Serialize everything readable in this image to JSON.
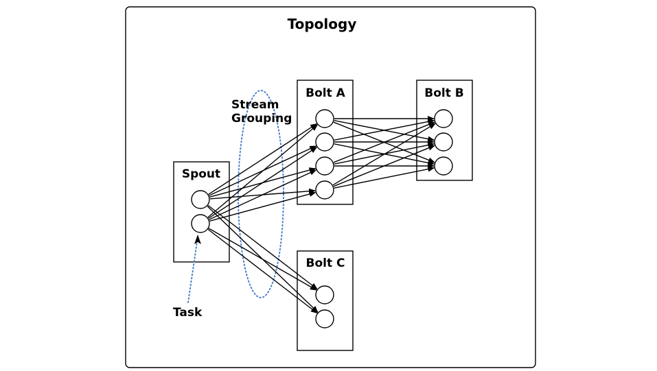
{
  "diagram": {
    "title": "Topology",
    "components": [
      {
        "id": "spout",
        "label": "Spout",
        "tasks": 2
      },
      {
        "id": "boltA",
        "label": "Bolt A",
        "tasks": 4
      },
      {
        "id": "boltB",
        "label": "Bolt B",
        "tasks": 3
      },
      {
        "id": "boltC",
        "label": "Bolt C",
        "tasks": 2
      }
    ],
    "annotations": {
      "stream_grouping_line1": "Stream",
      "stream_grouping_line2": "Grouping",
      "task": "Task"
    },
    "edges": [
      {
        "from": "spout",
        "to": "boltA"
      },
      {
        "from": "spout",
        "to": "boltC"
      },
      {
        "from": "boltA",
        "to": "boltB"
      }
    ],
    "colors": {
      "line": "#000000",
      "annotation": "#4a7fcf"
    }
  }
}
